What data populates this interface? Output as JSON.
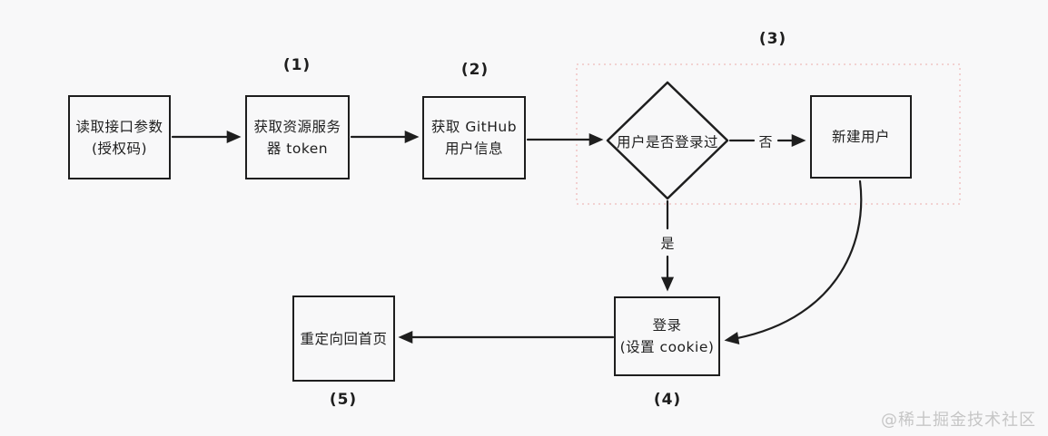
{
  "colors": {
    "background": "#f8f8f9",
    "stroke": "#1e1e1e",
    "group_border": "#f0c6c6",
    "watermark": "#c6c6c6"
  },
  "nodes": {
    "read_params": {
      "line1": "读取接口参数",
      "line2": "(授权码)"
    },
    "get_token": {
      "step": "(1)",
      "line1": "获取资源服务",
      "line2": "器 token"
    },
    "get_user_info": {
      "step": "(2)",
      "line1": "获取 GitHub",
      "line2": "用户信息"
    },
    "check_login": {
      "step": "(3)",
      "label": "用户是否登录过"
    },
    "new_user": {
      "label": "新建用户"
    },
    "login": {
      "step": "(4)",
      "line1": "登录",
      "line2": "(设置 cookie)"
    },
    "redirect_home": {
      "step": "(5)",
      "label": "重定向回首页"
    }
  },
  "edges": {
    "no_label": "否",
    "yes_label": "是"
  },
  "watermark": {
    "text": "@稀土掘金技术社区"
  }
}
